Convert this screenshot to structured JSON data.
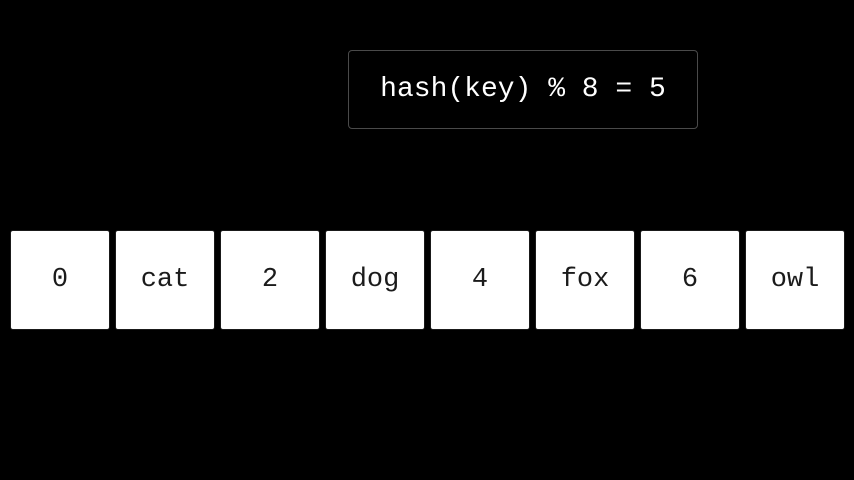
{
  "formula_box": {
    "text": "hash(key) % 8 = 5"
  },
  "hash_table": {
    "cells": [
      {
        "label": "0"
      },
      {
        "label": "cat"
      },
      {
        "label": "2"
      },
      {
        "label": "dog"
      },
      {
        "label": "4"
      },
      {
        "label": "fox"
      },
      {
        "label": "6"
      },
      {
        "label": "owl"
      }
    ]
  },
  "colors": {
    "background": "#000000",
    "formula_box_border": "#4a4a4a",
    "formula_text": "#ffffff",
    "cell_background": "#ffffff",
    "cell_text": "#1b1b1b"
  }
}
